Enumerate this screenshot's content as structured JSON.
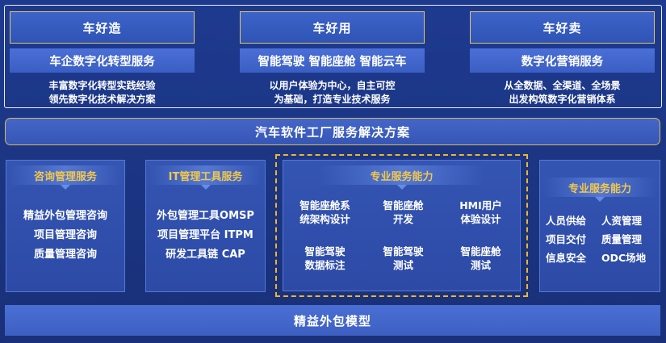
{
  "pillars": [
    {
      "title": "车好造",
      "subtitle": "车企数字化转型服务",
      "desc": [
        "丰富数字化转型实践经验",
        "领先数字化技术解决方案"
      ]
    },
    {
      "title": "车好用",
      "subtitle": "智能驾驶 智能座舱 智能云车",
      "desc": [
        "以用户体验为中心，自主可控",
        "为基础，打造专业技术服务"
      ]
    },
    {
      "title": "车好卖",
      "subtitle": "数字化营销服务",
      "desc": [
        "从全数据、全渠道、全场景",
        "出发构筑数字化营销体系"
      ]
    }
  ],
  "factory_band": "汽车软件工厂服务解决方案",
  "consulting": {
    "title": "咨询管理服务",
    "items": [
      "精益外包管理咨询",
      "项目管理咨询",
      "质量管理咨询"
    ]
  },
  "it_tools": {
    "title": "IT管理工具服务",
    "items": [
      "外包管理工具OMSP",
      "项目管理平台 ITPM",
      "研发工具链 CAP"
    ]
  },
  "pro_center": {
    "title": "专业服务能力",
    "items": [
      [
        "智能座舱系",
        "统架构设计"
      ],
      [
        "智能座舱",
        "开发"
      ],
      [
        "HMI用户",
        "体验设计"
      ],
      [
        "智能驾驶",
        "数据标注"
      ],
      [
        "智能驾驶",
        "测试"
      ],
      [
        "智能座舱",
        "测试"
      ]
    ]
  },
  "pro_right": {
    "title": "专业服务能力",
    "items": [
      "人员供给",
      "人资管理",
      "项目交付",
      "质量管理",
      "信息安全",
      "ODC场地"
    ]
  },
  "bottom_band": "精益外包模型"
}
